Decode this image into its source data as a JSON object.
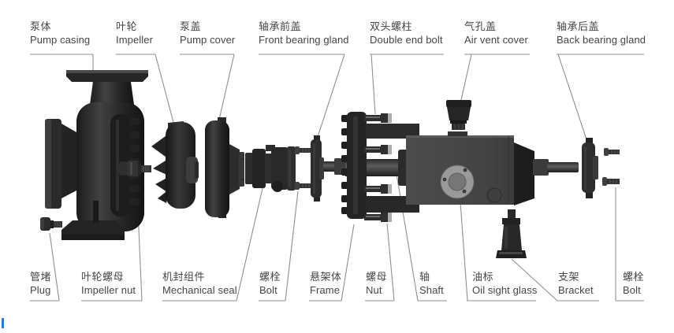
{
  "diagram": {
    "title": "Pump exploded-view parts diagram",
    "labels_top": [
      {
        "zh": "泵体",
        "en": "Pump casing"
      },
      {
        "zh": "叶轮",
        "en": "Impeller"
      },
      {
        "zh": "泵盖",
        "en": "Pump cover"
      },
      {
        "zh": "轴承前盖",
        "en": "Front bearing gland"
      },
      {
        "zh": "双头螺柱",
        "en": "Double end bolt"
      },
      {
        "zh": "气孔盖",
        "en": "Air vent cover"
      },
      {
        "zh": "轴承后盖",
        "en": "Back bearing gland"
      }
    ],
    "labels_bottom": [
      {
        "zh": "管堵",
        "en": "Plug"
      },
      {
        "zh": "叶轮螺母",
        "en": "Impeller nut"
      },
      {
        "zh": "机封组件",
        "en": "Mechanical seal"
      },
      {
        "zh": "螺栓",
        "en": "Bolt"
      },
      {
        "zh": "悬架体",
        "en": "Frame"
      },
      {
        "zh": "螺母",
        "en": "Nut"
      },
      {
        "zh": "轴",
        "en": "Shaft"
      },
      {
        "zh": "油标",
        "en": "Oil sight glass"
      },
      {
        "zh": "支架",
        "en": "Bracket"
      },
      {
        "zh": "螺栓",
        "en": "Bolt"
      }
    ],
    "colors": {
      "background": "#ffffff",
      "part_dark": "#242424",
      "part_mid": "#3a3a3a",
      "block_face": "#474747",
      "nut_face": "#adadad",
      "glass_ring": "#9a9a9a",
      "leader_line": "#8f8f8f",
      "label_text": "#454545",
      "cursor_blue": "#3079c8"
    }
  }
}
